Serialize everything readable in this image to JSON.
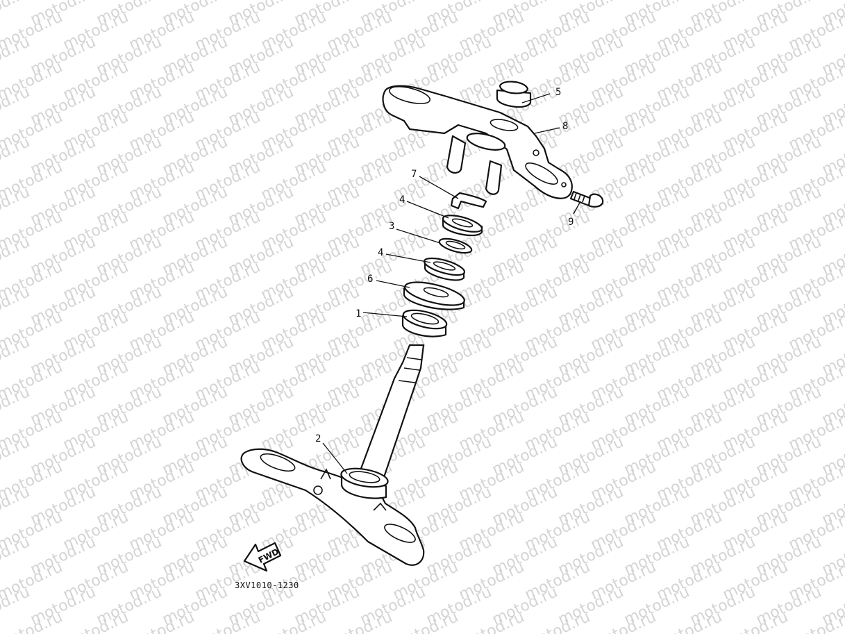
{
  "watermark": {
    "text": "motod.ru",
    "color": "#d4d4d4"
  },
  "callouts": [
    {
      "id": "callout-1",
      "label": "1"
    },
    {
      "id": "callout-2",
      "label": "2"
    },
    {
      "id": "callout-3",
      "label": "3"
    },
    {
      "id": "callout-4a",
      "label": "4"
    },
    {
      "id": "callout-4b",
      "label": "4"
    },
    {
      "id": "callout-5",
      "label": "5"
    },
    {
      "id": "callout-6",
      "label": "6"
    },
    {
      "id": "callout-7",
      "label": "7"
    },
    {
      "id": "callout-8",
      "label": "8"
    },
    {
      "id": "callout-9",
      "label": "9"
    }
  ],
  "fwd_arrow": {
    "label": "FWD"
  },
  "diagram_code": "3XV1010-1230"
}
